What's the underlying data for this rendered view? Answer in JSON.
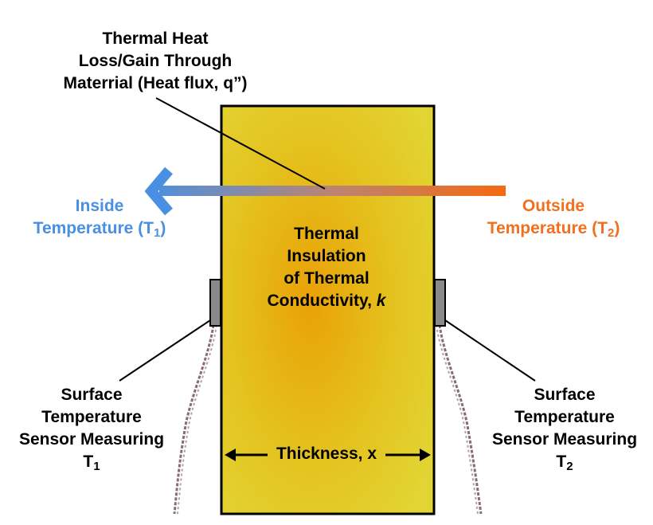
{
  "heat_flux_label": {
    "line1": "Thermal Heat",
    "line2": "Loss/Gain Through",
    "line3": "Materrial (Heat flux, q”)"
  },
  "inside_label": {
    "line1": "Inside",
    "line2_prefix": "Temperature (T",
    "line2_sub": "1",
    "line2_suffix": ")"
  },
  "outside_label": {
    "line1": "Outside",
    "line2_prefix": "Temperature (T",
    "line2_sub": "2",
    "line2_suffix": ")"
  },
  "insulation_label": {
    "line1": "Thermal",
    "line2": "Insulation",
    "line3": "of Thermal",
    "line4_prefix": "Conductivity, ",
    "line4_var": "k"
  },
  "sensor_left_label": {
    "line1": "Surface",
    "line2": "Temperature",
    "line3": "Sensor Measuring",
    "line4_prefix": "T",
    "line4_sub": "1"
  },
  "sensor_right_label": {
    "line1": "Surface",
    "line2": "Temperature",
    "line3": "Sensor Measuring",
    "line4_prefix": "T",
    "line4_sub": "2"
  },
  "thickness_label": "Thickness, x",
  "colors": {
    "inside": "#4a90e2",
    "outside": "#f07020",
    "insulation_edge": "#e2d533",
    "insulation_center": "#e9a106",
    "sensor": "#888888"
  }
}
